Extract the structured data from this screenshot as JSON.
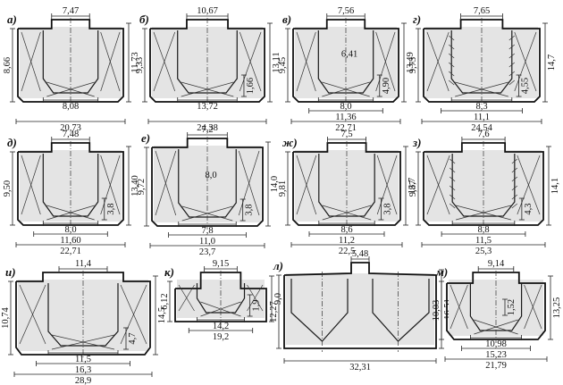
{
  "panels": [
    {
      "label": "а)",
      "top": "7,47",
      "left": "8,66",
      "right": "11,73",
      "mid": "",
      "mid2": "",
      "side": "",
      "b1": "8,08",
      "b2": "",
      "b3": "20,73"
    },
    {
      "label": "б)",
      "top": "10,67",
      "left": "9,33",
      "right": "13,11",
      "mid": "",
      "mid2": "",
      "side": "1,66",
      "b1": "13,72",
      "b2": "",
      "b3": "24,38"
    },
    {
      "label": "в)",
      "top": "7,56",
      "left": "9,45",
      "right": "13,49",
      "mid": "6,41",
      "mid2": "",
      "side": "4,90",
      "b1": "8,0",
      "b2": "11,36",
      "b3": "22,71"
    },
    {
      "label": "г)",
      "top": "7,65",
      "left": "9,73",
      "right": "14,7",
      "mid": "",
      "mid2": "",
      "side": "4,55",
      "b1": "8,3",
      "b2": "11,1",
      "b3": "24,54"
    },
    {
      "label": "д)",
      "top": "7,48",
      "left": "9,50",
      "right": "13,40",
      "mid": "",
      "mid2": "",
      "side": "3,8",
      "b1": "8,0",
      "b2": "11,60",
      "b3": "22,71"
    },
    {
      "label": "е)",
      "top": "7,2",
      "left": "9,72",
      "right": "14,0",
      "mid": "8,0",
      "mid2": "",
      "side": "3,8",
      "b1": "7,8",
      "b2": "11,0",
      "b3": "23,7"
    },
    {
      "label": "ж)",
      "top": "7,5",
      "left": "9,81",
      "right": "13,7",
      "mid": "",
      "mid2": "",
      "side": "3,8",
      "b1": "8,6",
      "b2": "11,2",
      "b3": "22,5"
    },
    {
      "label": "з)",
      "top": "7,6",
      "left": "9,87",
      "right": "14,1",
      "mid": "",
      "mid2": "",
      "side": "4,3",
      "b1": "8,8",
      "b2": "11,5",
      "b3": "25,3"
    },
    {
      "label": "и)",
      "top": "11,4",
      "left": "10,74",
      "right": "14,5",
      "mid": "",
      "mid2": "",
      "side": "4,7",
      "b1": "11,5",
      "b2": "16,3",
      "b3": "28,9"
    },
    {
      "label": "к)",
      "top": "9,15",
      "left": "6,12",
      "right": "9,0",
      "mid": "",
      "mid2": "",
      "side": "1,9",
      "b1": "14,2",
      "b2": "19,2",
      "b3": ""
    },
    {
      "label": "л)",
      "top": "5,48",
      "left": "12,27",
      "right": "16,51",
      "mid": "",
      "mid2": "",
      "side": "",
      "b1": "32,31",
      "b2": "",
      "b3": ""
    },
    {
      "label": "м)",
      "top": "9,14",
      "left": "10,03",
      "right": "13,25",
      "mid": "",
      "mid2": "1,52",
      "side": "",
      "b1": "10,98",
      "b2": "15,23",
      "b3": "21,79"
    }
  ]
}
